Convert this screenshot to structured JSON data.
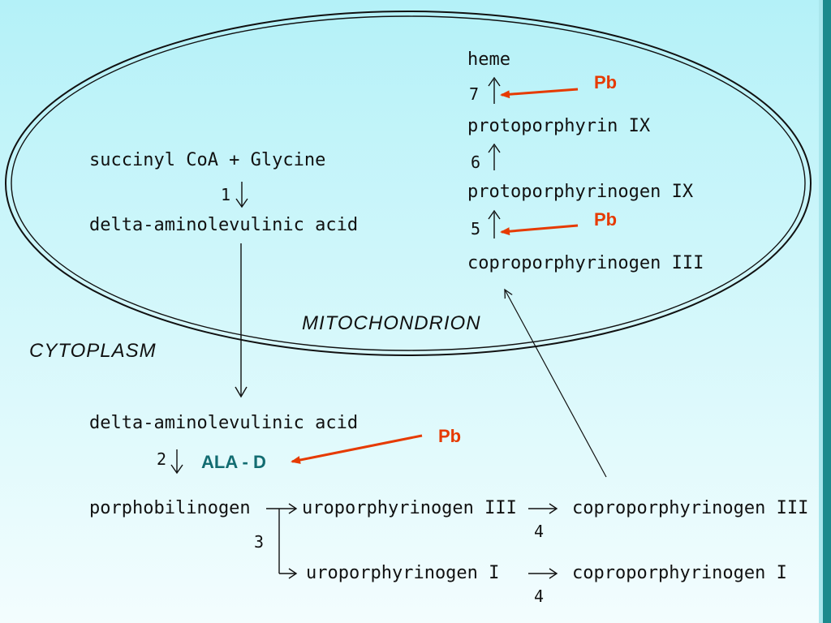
{
  "colors": {
    "lead_arrow": "#e63a00",
    "enzyme_label": "#126c71",
    "background_top": "#b4f1f8",
    "background_bottom": "#f3fdfe",
    "side_bar": "#1c8a8c"
  },
  "mitochondrion": {
    "label": "MITOCHONDRION",
    "substrates": "succinyl CoA + Glycine",
    "step1": "1",
    "ala": "delta-aminolevulinic acid",
    "heme": "heme",
    "step7": "7",
    "protoporphyrin": "protoporphyrin IX",
    "step6": "6",
    "protoporphyrinogen": "protoporphyrinogen IX",
    "step5": "5",
    "coproporphyrinogen": "coproporphyrinogen III"
  },
  "cytoplasm": {
    "label": "CYTOPLASM",
    "ala": "delta-aminolevulinic acid",
    "step2": "2",
    "enzyme": "ALA - D",
    "pbg": "porphobilinogen",
    "step3": "3",
    "uro3": "uroporphyrinogen III",
    "step4a": "4",
    "copro3": "coproporphyrinogen III",
    "uro1": "uroporphyrinogen I",
    "step4b": "4",
    "copro1": "coproporphyrinogen I"
  },
  "inhibitor_labels": [
    "Pb",
    "Pb",
    "Pb"
  ]
}
